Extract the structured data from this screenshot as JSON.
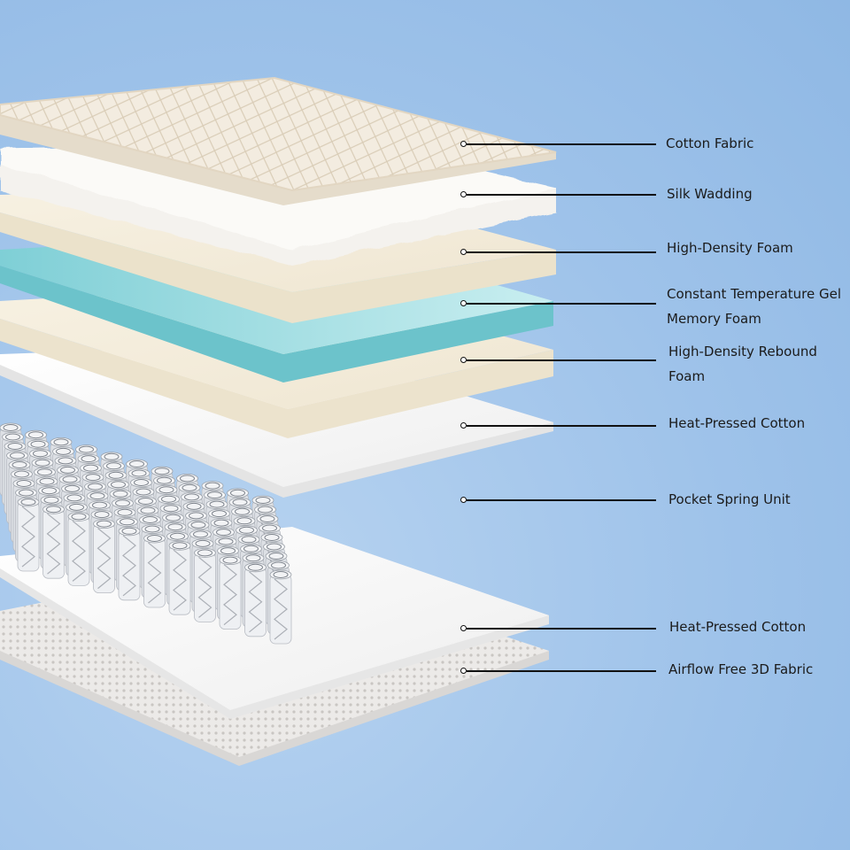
{
  "diagram": {
    "colors": {
      "background": "#9fc3ea",
      "leader_line": "#111111",
      "gel_foam": "#8fd6dc",
      "foam": "#f5efdf",
      "cotton": "#fbfbfb",
      "spring_fabric": "#e4e6ea"
    },
    "layers": [
      {
        "label": "Cotton Fabric"
      },
      {
        "label": "Silk Wadding"
      },
      {
        "label": "High-Density Foam"
      },
      {
        "label_line1": "Constant Temperature Gel",
        "label_line2": "Memory Foam"
      },
      {
        "label_line1": "High-Density Rebound",
        "label_line2": "Foam"
      },
      {
        "label": "Heat-Pressed Cotton"
      },
      {
        "label": "Pocket Spring Unit"
      },
      {
        "label": "Heat-Pressed Cotton"
      },
      {
        "label": "Airflow Free 3D Fabric"
      }
    ]
  }
}
